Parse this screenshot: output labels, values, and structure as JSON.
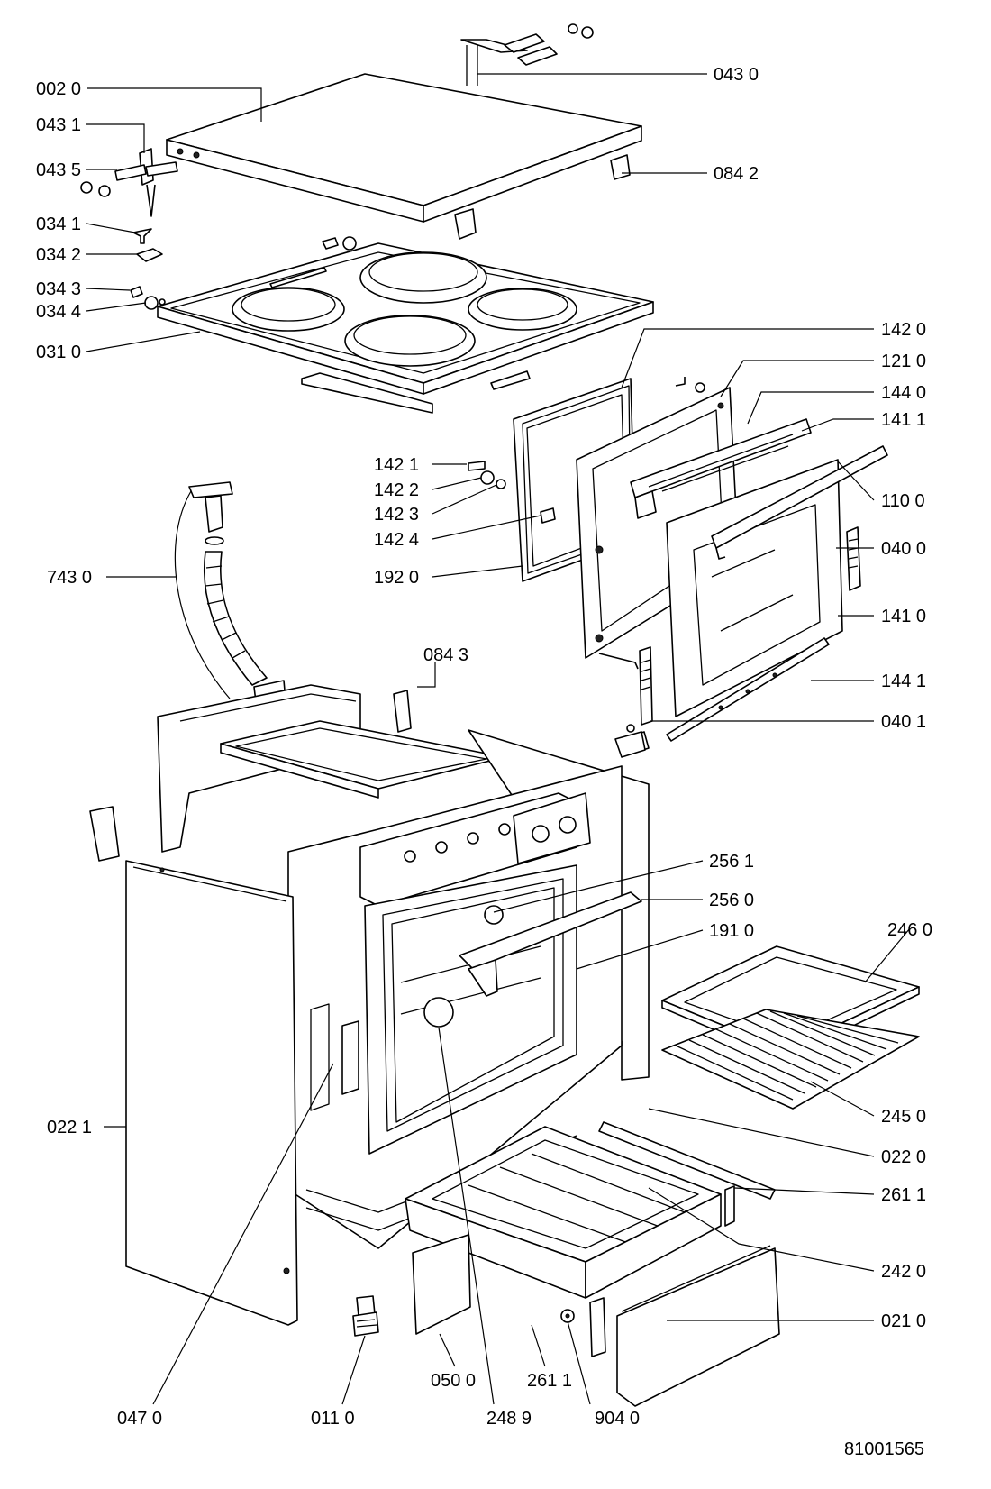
{
  "drawing_number": "81001565",
  "callouts": [
    {
      "id": "c0020",
      "text": "002 0"
    },
    {
      "id": "c0431",
      "text": "043 1"
    },
    {
      "id": "c0435",
      "text": "043 5"
    },
    {
      "id": "c0341",
      "text": "034 1"
    },
    {
      "id": "c0342",
      "text": "034 2"
    },
    {
      "id": "c0343",
      "text": "034 3"
    },
    {
      "id": "c0344",
      "text": "034 4"
    },
    {
      "id": "c0310",
      "text": "031 0"
    },
    {
      "id": "c0430",
      "text": "043 0"
    },
    {
      "id": "c0842",
      "text": "084 2"
    },
    {
      "id": "c1420",
      "text": "142 0"
    },
    {
      "id": "c1210",
      "text": "121 0"
    },
    {
      "id": "c1440",
      "text": "144 0"
    },
    {
      "id": "c1411",
      "text": "141 1"
    },
    {
      "id": "c1100",
      "text": "110 0"
    },
    {
      "id": "c0400",
      "text": "040 0"
    },
    {
      "id": "c1410",
      "text": "141 0"
    },
    {
      "id": "c1441",
      "text": "144 1"
    },
    {
      "id": "c0401",
      "text": "040 1"
    },
    {
      "id": "c1421",
      "text": "142 1"
    },
    {
      "id": "c1422",
      "text": "142 2"
    },
    {
      "id": "c1423",
      "text": "142 3"
    },
    {
      "id": "c1424",
      "text": "142 4"
    },
    {
      "id": "c1920",
      "text": "192 0"
    },
    {
      "id": "c7430",
      "text": "743 0"
    },
    {
      "id": "c0843",
      "text": "084 3"
    },
    {
      "id": "c2561",
      "text": "256 1"
    },
    {
      "id": "c2560",
      "text": "256 0"
    },
    {
      "id": "c1910",
      "text": "191 0"
    },
    {
      "id": "c2460",
      "text": "246 0"
    },
    {
      "id": "c2450",
      "text": "245 0"
    },
    {
      "id": "c0221",
      "text": "022 1"
    },
    {
      "id": "c0220",
      "text": "022 0"
    },
    {
      "id": "c2611a",
      "text": "261 1"
    },
    {
      "id": "c2420",
      "text": "242 0"
    },
    {
      "id": "c0210",
      "text": "021 0"
    },
    {
      "id": "c0470",
      "text": "047 0"
    },
    {
      "id": "c0110",
      "text": "011 0"
    },
    {
      "id": "c0500",
      "text": "050 0"
    },
    {
      "id": "c2611b",
      "text": "261 1"
    },
    {
      "id": "c2489",
      "text": "248 9"
    },
    {
      "id": "c9040",
      "text": "904 0"
    }
  ]
}
